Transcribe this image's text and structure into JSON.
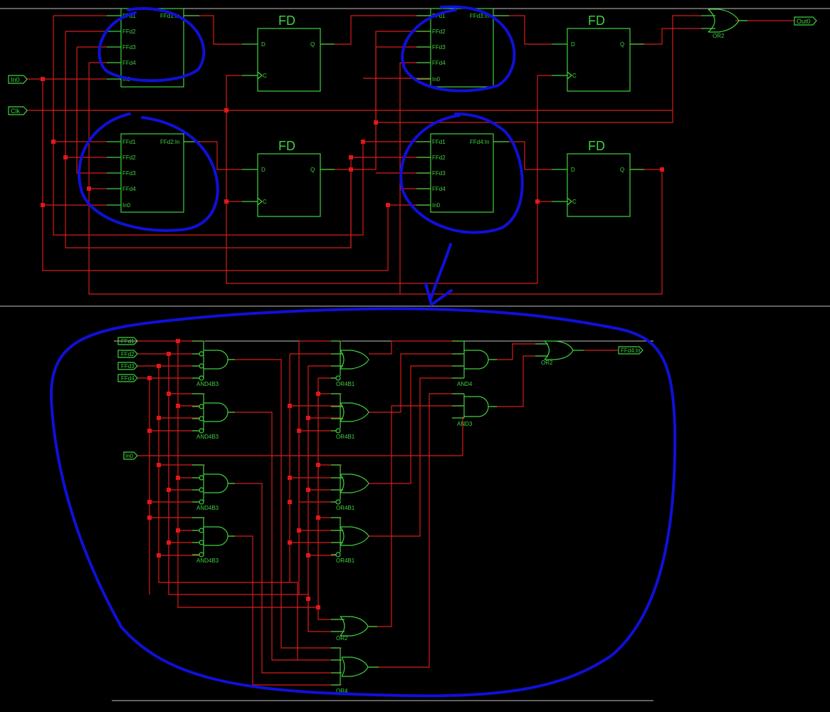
{
  "top_sheet": {
    "input_ports": [
      "In0",
      "Clk"
    ],
    "output_ports": [
      "Out0"
    ],
    "blocks": [
      {
        "name": "FFd1:In",
        "pins": [
          "FFd1",
          "FFd2",
          "FFd3",
          "FFd4",
          "In0"
        ]
      },
      {
        "name": "FFd2:In",
        "pins": [
          "FFd1",
          "FFd2",
          "FFd3",
          "FFd4",
          "In0"
        ]
      },
      {
        "name": "FFd3:In",
        "pins": [
          "FFd1",
          "FFd2",
          "FFd3",
          "FFd4",
          "In0"
        ]
      },
      {
        "name": "FFd4:In",
        "pins": [
          "FFd1",
          "FFd2",
          "FFd3",
          "FFd4",
          "In0"
        ]
      }
    ],
    "flipflops": [
      {
        "title": "FD",
        "pins": [
          "D",
          "Q",
          "C"
        ]
      },
      {
        "title": "FD",
        "pins": [
          "D",
          "Q",
          "C"
        ]
      },
      {
        "title": "FD",
        "pins": [
          "D",
          "Q",
          "C"
        ]
      },
      {
        "title": "FD",
        "pins": [
          "D",
          "Q",
          "C"
        ]
      }
    ],
    "output_gate": "OR2"
  },
  "sub_sheet": {
    "input_ports": [
      "FFd1",
      "FFd2",
      "FFd3",
      "FFd4",
      "In0"
    ],
    "output_port": "FFd4:In",
    "gates": {
      "and4b3": [
        "AND4B3",
        "AND4B3",
        "AND4B3",
        "AND4B3"
      ],
      "or4b1": [
        "OR4B1",
        "OR4B1",
        "OR4B1",
        "OR4B1"
      ],
      "and4": "AND4",
      "and3": "AND3",
      "or2_out": "OR2",
      "or2_low": "OR2",
      "or4_low": "OR4"
    }
  }
}
